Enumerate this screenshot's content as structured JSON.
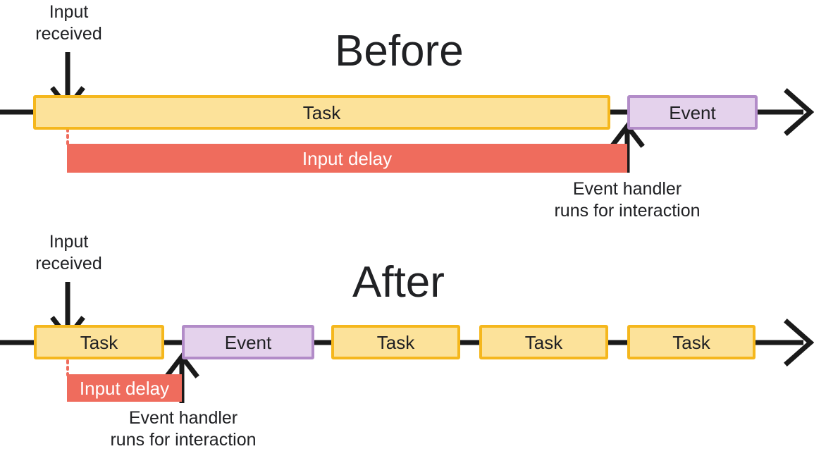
{
  "figure": {
    "background_color": "#ffffff",
    "text_color": "#202124"
  },
  "palette": {
    "task_fill": "#fce29a",
    "task_stroke": "#f5b71d",
    "event_fill": "#e4d2ec",
    "event_stroke": "#b28cc8",
    "input_delay_fill": "#ef6c5d",
    "dotted_guide": "#ef6c5d",
    "timeline_stroke": "#1a1a1a"
  },
  "sections": {
    "before": {
      "title": "Before",
      "input_label": "Input\nreceived",
      "blocks": [
        {
          "type": "task",
          "label": "Task"
        },
        {
          "type": "event",
          "label": "Event"
        }
      ],
      "delay_bar": {
        "label": "Input delay"
      },
      "handler_caption": "Event handler\nruns for interaction"
    },
    "after": {
      "title": "After",
      "input_label": "Input\nreceived",
      "blocks": [
        {
          "type": "task",
          "label": "Task"
        },
        {
          "type": "event",
          "label": "Event"
        },
        {
          "type": "task",
          "label": "Task"
        },
        {
          "type": "task",
          "label": "Task"
        },
        {
          "type": "task",
          "label": "Task"
        }
      ],
      "delay_bar": {
        "label": "Input delay"
      },
      "handler_caption": "Event handler\nruns for interaction"
    }
  }
}
